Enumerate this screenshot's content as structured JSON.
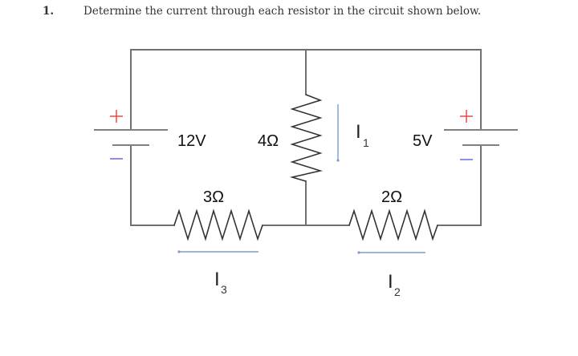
{
  "question": {
    "number": "1.",
    "text": "Determine the current through each resistor in the circuit shown below."
  },
  "circuit": {
    "batteries": [
      {
        "id": "left",
        "label": "12V",
        "plus_sign": "+",
        "minus_sign": "−"
      },
      {
        "id": "right",
        "label": "5V",
        "plus_sign": "+",
        "minus_sign": "−"
      }
    ],
    "resistors": [
      {
        "id": "middle",
        "label": "4Ω",
        "orientation": "vertical"
      },
      {
        "id": "bottom-left",
        "label": "3Ω",
        "orientation": "horizontal"
      },
      {
        "id": "bottom-right",
        "label": "2Ω",
        "orientation": "horizontal"
      }
    ],
    "currents": [
      {
        "id": "I1",
        "symbol": "I",
        "subscript": "1",
        "direction": "down"
      },
      {
        "id": "I2",
        "symbol": "I",
        "subscript": "2",
        "direction": "left"
      },
      {
        "id": "I3",
        "symbol": "I",
        "subscript": "3",
        "direction": "left"
      }
    ],
    "colors": {
      "wire": "#707070",
      "resistor": "#333333",
      "plus": "#e84a4a",
      "minus": "#6b6be0",
      "current_arrow": "#7e9ccc"
    }
  }
}
